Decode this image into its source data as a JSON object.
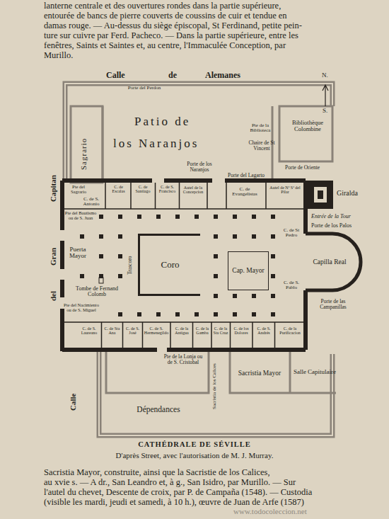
{
  "diagram": {
    "title": "CATHÉDRALE DE SÉVILLE",
    "caption": "D'après Street, avec l'autorisation de M. J. Murray.",
    "nodes": [
      {
        "text": [
          "Coro"
        ]
      },
      {
        "text": [
          "Cap. Mayor"
        ]
      },
      {
        "text": [
          "Capilla Real"
        ]
      },
      {
        "text": [
          "Sacristia Mayor"
        ]
      },
      {
        "text": [
          "Salle Capitulaire"
        ]
      },
      {
        "text": [
          "Dépendances"
        ]
      },
      {
        "text": [
          "Bibliothèque Colombine"
        ]
      }
    ],
    "labels": [
      "lanterne centrale et des ouvertures rondes dans la partie supérieure,",
      "entourée de bancs de pierre couverts de coussins de cuir et tendue en",
      "damas rouge. — Au-dessus du siège épiscopal, St Ferdinand, petite pein-",
      "ture sur cuivre par Ferd. Pacheco. — Dans la partie supérieure, entre les",
      "fenêtres, Saints et Saintes et, au centre, l'Immaculée Conception, par",
      "Murillo.",
      "Calle",
      "de",
      "Alemanes",
      "Porte del Perdon",
      "N.",
      "S.",
      "Sagrario",
      "Patio de",
      "los Naranjos",
      "Pte de la Biblioteca",
      "Chaire de St Vincent",
      "Porte de Oriente",
      "Giralda",
      "Entrée de la Tour",
      "Porte de los Palos",
      "Porte de los Naranjos",
      "Porte del Lagarto",
      "Pte del Sagrario",
      "C. de Escalas",
      "C. de Santiago",
      "C. de S. Francisco",
      "C. de S. Antonio",
      "Autel de la Concepcion",
      "C. de Evangelistas",
      "Autel de Nª Sª del Pilar",
      "Capitan",
      "Gran",
      "del",
      "Pte del Bautismo ou de S. Juan",
      "Puerta Mayor",
      "Tombe de Fernand Colomb",
      "Trascoro",
      "Pte del Nacimiento ou de S. Miguel",
      "C. de S. Laureano",
      "C. de Sta Ana",
      "C. de S. José",
      "C. de S. Hermenegildo",
      "C. de la Antigua",
      "C. de la Gamba",
      "C. de la Sta Cruz",
      "C. de los Dolores",
      "C. de S. Andrés",
      "C. de la Purificacion",
      "Pte de la Lonja ou de S. Cristobal",
      "Sacristia de los Calices",
      "C. de St Pedro",
      "C. de S. Pablo",
      "Porte de las Campanillas",
      "Calle",
      "www.todocoleccion.net",
      "Sacristia Mayor, construite, ainsi que la Sacristie de los Calices,",
      "au xvie s. — A dr., San Leandro et, à g., San Isidro, par Murillo. — Sur",
      "l'autel du chevet, Descente de croix, par P. de Campaña (1548). — Custodia",
      "(visible les mardi, jeudi et samedi, à 10 h.), œuvre de Juan de Arfe (1587)"
    ]
  }
}
